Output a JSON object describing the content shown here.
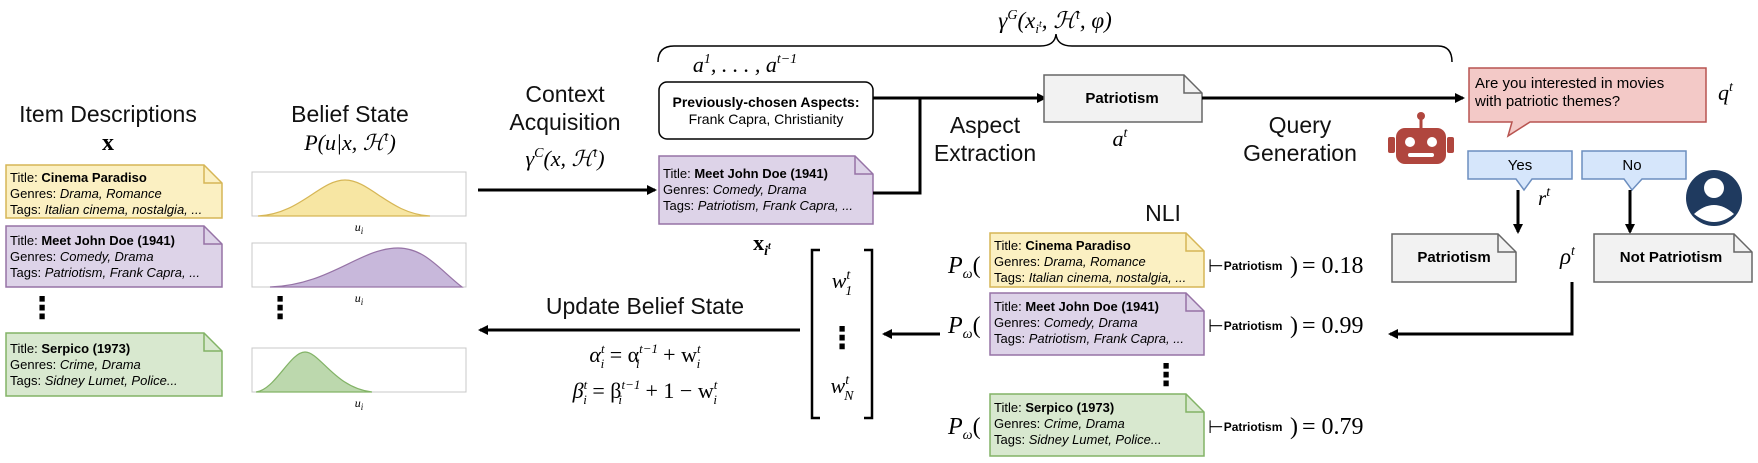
{
  "colors": {
    "yellow_fill": "#fbf0c2",
    "yellow_stroke": "#d6b656",
    "purple_fill": "#ddd3e8",
    "purple_stroke": "#9673a6",
    "green_fill": "#d8e8cf",
    "green_stroke": "#82b366",
    "gray_fill": "#f2f2f2",
    "gray_stroke": "#666666",
    "blue_fill": "#d6e6fb",
    "blue_stroke": "#6c8ebf",
    "red_fill": "#f3c9c7",
    "red_stroke": "#b85450",
    "robot": "#b0463e",
    "user": "#1f3a5f"
  },
  "labels": {
    "item_descriptions": "Item Descriptions",
    "item_descriptions_sym": "x",
    "belief_state": "Belief State",
    "belief_state_formula": "P(u|x, ℋ",
    "belief_state_formula_sup": "t",
    "belief_state_formula_end": ")",
    "context_acquisition_1": "Context",
    "context_acquisition_2": "Acquisition",
    "context_formula": "γ",
    "context_formula_sup": "C",
    "context_formula_args": "(x, ℋ",
    "context_formula_args_sup": "t",
    "context_formula_end": ")",
    "gamma_g": "γ",
    "gamma_g_sup": "G",
    "gamma_g_args": "(x",
    "gamma_g_args_sub": "i",
    "gamma_g_args_subsup": "t",
    "gamma_g_args_rest": ", ℋ",
    "gamma_g_args_rest_sup": "t",
    "gamma_g_args_end": ", φ)",
    "prev_aspects_seq": "a",
    "prev_aspects_seq_sup1": "1",
    "prev_aspects_seq_mid": ", . . . , a",
    "prev_aspects_seq_sup2": "t−1",
    "prev_aspects_title": "Previously-chosen Aspects:",
    "prev_aspects_value": "Frank Capra, Christianity",
    "aspect_extraction_1": "Aspect",
    "aspect_extraction_2": "Extraction",
    "aspect_box": "Patriotism",
    "aspect_sym": "a",
    "aspect_sym_sup": "t",
    "query_generation_1": "Query",
    "query_generation_2": "Generation",
    "query_text_1": "Are you interested in movies",
    "query_text_2": "with patriotic themes?",
    "query_sym": "q",
    "query_sym_sup": "t",
    "yes": "Yes",
    "no": "No",
    "response_sym": "r",
    "response_sym_sup": "t",
    "rho_sym": "ρ",
    "rho_sym_sup": "t",
    "patriotism": "Patriotism",
    "not_patriotism": "Not Patriotism",
    "selected_item_sym": "x",
    "selected_item_sub": "i",
    "selected_item_subsup": "t",
    "nli": "NLI",
    "update_belief_state": "Update Belief State",
    "alpha_update": "α",
    "beta_update": "β",
    "w_1": "w",
    "w_N": "w",
    "ui_axis": "u",
    "ui_axis_sub": "i",
    "p_omega": "P",
    "p_omega_sub": "ω",
    "entails_label": "Patriotism"
  },
  "items": [
    {
      "title_label": "Title:",
      "title": "Cinema Paradiso",
      "genres_label": "Genres:",
      "genres": "Drama, Romance",
      "tags_label": "Tags:",
      "tags": "Italian cinema, nostalgia, ..."
    },
    {
      "title_label": "Title:",
      "title": "Meet John Doe (1941)",
      "genres_label": "Genres:",
      "genres": "Comedy, Drama",
      "tags_label": "Tags:",
      "tags": "Patriotism, Frank Capra, ..."
    },
    {
      "title_label": "Title:",
      "title": "Serpico (1973)",
      "genres_label": "Genres:",
      "genres": "Crime, Drama",
      "tags_label": "Tags:",
      "tags": "Sidney Lumet, Police..."
    }
  ],
  "nli_scores": [
    "= 0.18",
    "= 0.99",
    "= 0.79"
  ],
  "ellipsis": "⋮"
}
